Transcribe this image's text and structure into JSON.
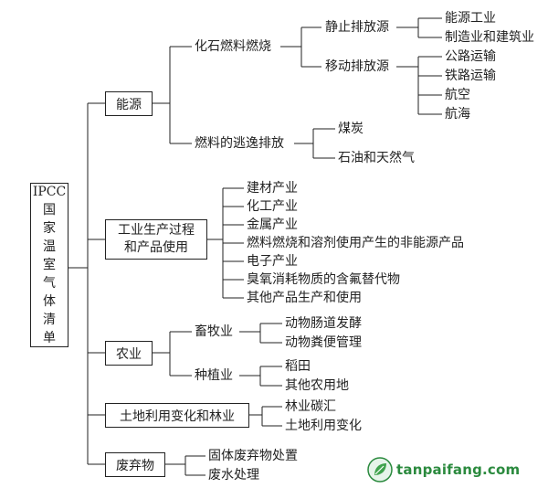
{
  "root": {
    "line1": "IPCC",
    "chars": [
      "国",
      "家",
      "温",
      "室",
      "气",
      "体",
      "清",
      "单"
    ]
  },
  "energy": {
    "label": "能源",
    "fossil": {
      "label": "化石燃料燃烧",
      "stationary": {
        "label": "静止排放源",
        "items": [
          "能源工业",
          "制造业和建筑业"
        ]
      },
      "mobile": {
        "label": "移动排放源",
        "items": [
          "公路运输",
          "铁路运输",
          "航空",
          "航海"
        ]
      }
    },
    "fugitive": {
      "label": "燃料的逃逸排放",
      "items": [
        "煤炭",
        "石油和天然气"
      ]
    }
  },
  "industry": {
    "label_line1": "工业生产过程",
    "label_line2": "和产品使用",
    "items": [
      "建材产业",
      "化工产业",
      "金属产业",
      "燃料燃烧和溶剂使用产生的非能源产品",
      "电子产业",
      "臭氧消耗物质的含氟替代物",
      "其他产品生产和使用"
    ]
  },
  "agriculture": {
    "label": "农业",
    "livestock": {
      "label": "畜牧业",
      "items": [
        "动物肠道发酵",
        "动物粪便管理"
      ]
    },
    "planting": {
      "label": "种植业",
      "items": [
        "稻田",
        "其他农用地"
      ]
    }
  },
  "landuse": {
    "label": "土地利用变化和林业",
    "items": [
      "林业碳汇",
      "土地利用变化"
    ]
  },
  "waste": {
    "label": "废弃物",
    "items": [
      "固体废弃物处置",
      "废水处理"
    ]
  },
  "watermark": {
    "text": "tanpaifang.com",
    "color": "#2b8a3e"
  }
}
